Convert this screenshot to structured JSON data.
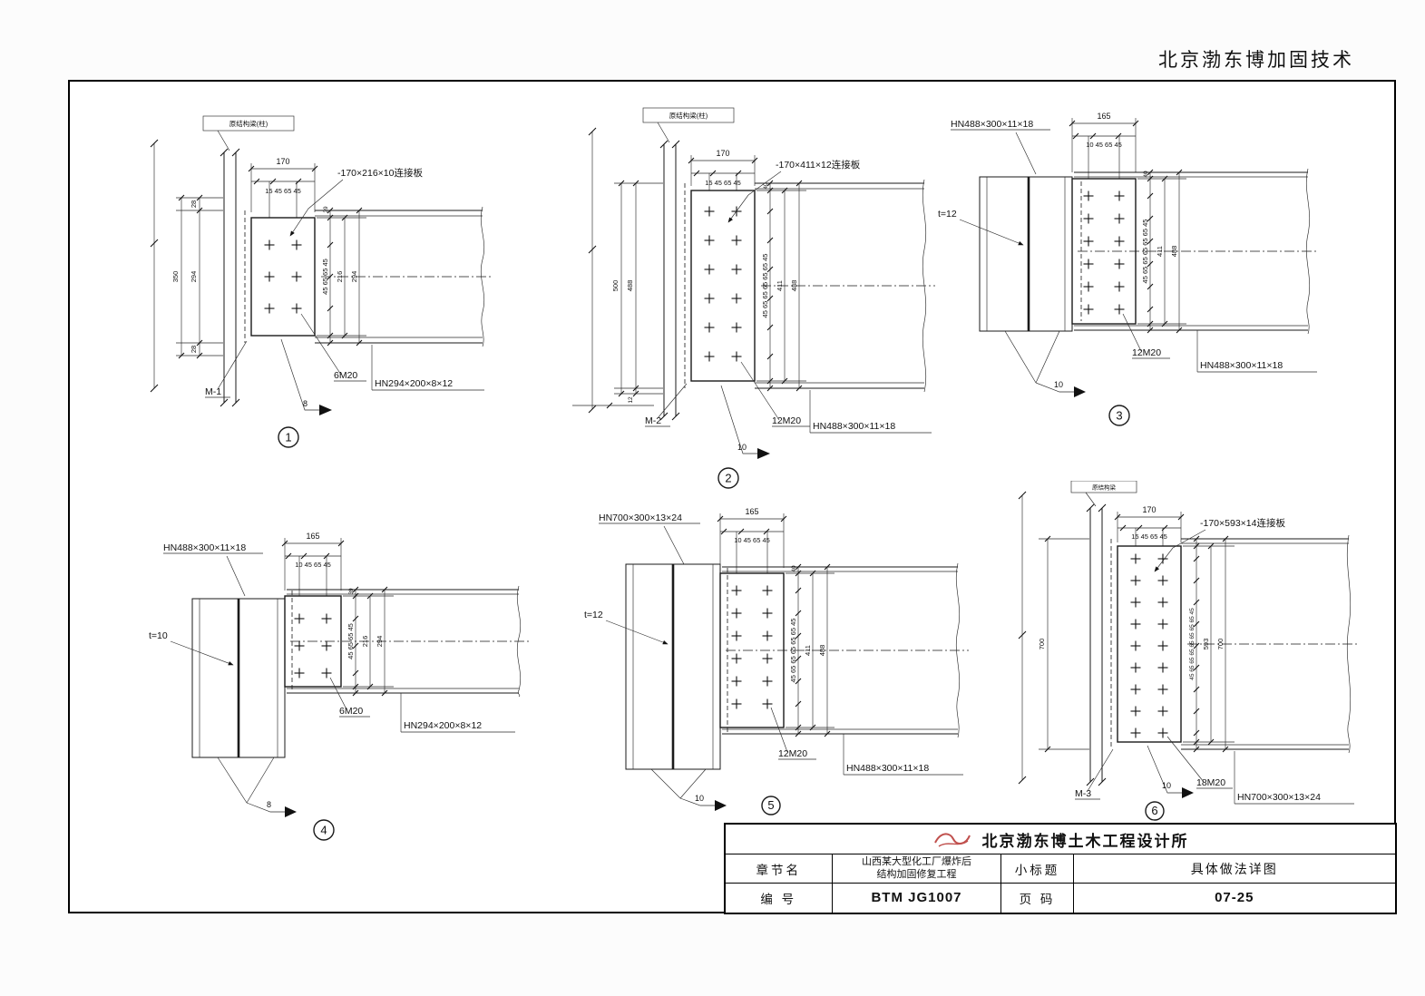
{
  "header": {
    "brand": "北京渤东博加固技术"
  },
  "details": {
    "d1": {
      "number": "1",
      "original_member_label": "原结构梁(柱)",
      "top_dim_total": "170",
      "top_dim_sub": "15 45 65 45",
      "plate_label": "-170×216×10连接板",
      "left_dim_top": "28",
      "left_dim_mid": "294",
      "left_dim_bottom": "28",
      "left_dim_total": "350",
      "right_dim_edge": "39",
      "right_dim_sub": "45 65 65 45",
      "right_dim_inner": "216",
      "right_dim_outer": "294",
      "bolts_label": "6M20",
      "mark_label": "M-1",
      "weld_size": "8",
      "beam_label": "HN294×200×8×12"
    },
    "d2": {
      "number": "2",
      "original_member_label": "原结构梁(柱)",
      "top_dim_total": "170",
      "top_dim_sub": "15 45 65 45",
      "plate_label": "-170×411×12连接板",
      "left_dim_outer": "500",
      "left_dim_inner": "488",
      "left_dim_small": "12",
      "right_dim_edge": "40",
      "right_dim_sub": "45 65 65 65 65 65 45",
      "right_dim_inner": "411",
      "right_dim_outer": "488",
      "bolts_label": "12M20",
      "mark_label": "M-2",
      "weld_size": "10",
      "beam_label": "HN488×300×11×18"
    },
    "d3": {
      "number": "3",
      "column_label": "HN488×300×11×18",
      "top_dim_total": "165",
      "top_dim_sub": "10 45 65 45",
      "web_label": "t=12",
      "right_dim_edge": "40",
      "right_dim_sub": "45 65 65 65 65 65 45",
      "right_dim_inner": "411",
      "right_dim_outer": "488",
      "bolts_label": "12M20",
      "weld_size": "10",
      "beam_label": "HN488×300×11×18"
    },
    "d4": {
      "number": "4",
      "column_label": "HN488×300×11×18",
      "top_dim_total": "165",
      "top_dim_sub": "10 45 65 45",
      "web_label": "t=10",
      "right_dim_edge": "39",
      "right_dim_sub": "45 65 65 45",
      "right_dim_inner": "216",
      "right_dim_outer": "294",
      "bolts_label": "6M20",
      "weld_size": "8",
      "beam_label": "HN294×200×8×12"
    },
    "d5": {
      "number": "5",
      "column_label": "HN700×300×13×24",
      "top_dim_total": "165",
      "top_dim_sub": "10 45 65 45",
      "web_label": "t=12",
      "right_dim_edge": "40",
      "right_dim_sub": "45 65 65 65 65 65 45",
      "right_dim_inner": "411",
      "right_dim_outer": "488",
      "bolts_label": "12M20",
      "weld_size": "10",
      "beam_label": "HN488×300×11×18"
    },
    "d6": {
      "number": "6",
      "original_member_label": "原结构梁",
      "top_dim_total": "170",
      "top_dim_sub": "15 45 65 45",
      "plate_label": "-170×593×14连接板",
      "left_dim_outer": "700",
      "right_dim_sub": "45 65 65 65 65 65 65 65 45",
      "right_dim_inner": "593",
      "right_dim_outer": "700",
      "bolts_label": "18M20",
      "mark_label": "M-3",
      "weld_size": "10",
      "beam_label": "HN700×300×13×24"
    }
  },
  "titleblock": {
    "company": "北京渤东博土木工程设计所",
    "chapter_label": "章节名",
    "chapter_value_line1": "山西某大型化工厂爆炸后",
    "chapter_value_line2": "结构加固修复工程",
    "subtitle_label": "小标题",
    "subtitle_value": "具体做法详图",
    "number_label": "编  号",
    "number_value": "BTM JG1007",
    "page_label": "页  码",
    "page_value": "07-25"
  }
}
